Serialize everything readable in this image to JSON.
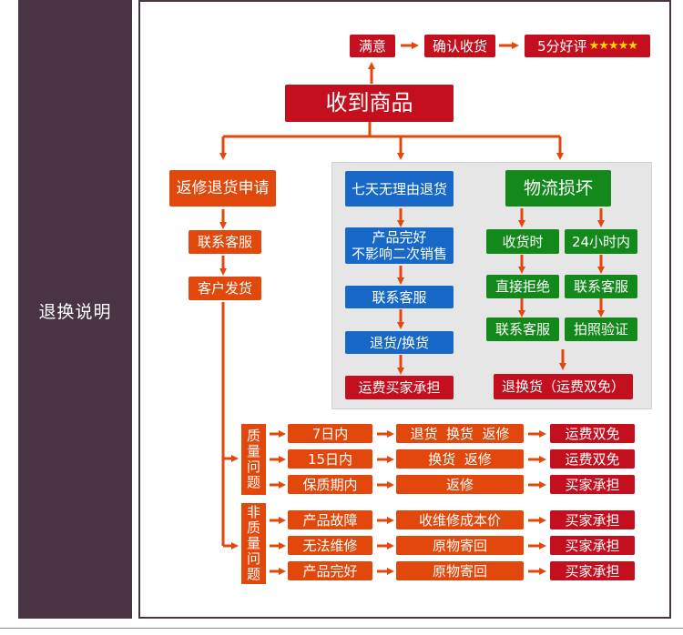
{
  "sidebar": {
    "title": "退换说明"
  },
  "top": {
    "satisfied": "满意",
    "confirm_receipt": "确认收货",
    "five_star_review": "5分好评",
    "stars": "★★★★★",
    "received_goods": "收到商品"
  },
  "repair_branch": {
    "title": "返修退货申请",
    "contact_service": "联系客服",
    "customer_ships": "客户发货"
  },
  "seven_day_branch": {
    "title": "七天无理由退货",
    "condition_line1": "产品完好",
    "condition_line2": "不影响二次销售",
    "contact_service": "联系客服",
    "return_exchange": "退货/换货",
    "shipping_by_buyer": "运费买家承担"
  },
  "logistics_branch": {
    "title": "物流损坏",
    "on_receipt": "收货时",
    "within_24h": "24小时内",
    "reject_directly": "直接拒绝",
    "contact_service": "联系客服",
    "photo_verify": "拍照验证",
    "result": "退换货（运费双免）"
  },
  "quality_table": {
    "label_chars": [
      "质",
      "量",
      "问",
      "题"
    ],
    "rows": [
      {
        "period": "7日内",
        "action": "退货  换货  返修",
        "cost": "运费双免"
      },
      {
        "period": "15日内",
        "action": "换货  返修",
        "cost": "运费双免"
      },
      {
        "period": "保质期内",
        "action": "返修",
        "cost": "买家承担"
      }
    ]
  },
  "nonquality_table": {
    "label_chars": [
      "非",
      "质",
      "量",
      "问",
      "题"
    ],
    "rows": [
      {
        "situation": "产品故障",
        "action": "收维修成本价",
        "cost": "买家承担"
      },
      {
        "situation": "无法维修",
        "action": "原物寄回",
        "cost": "买家承担"
      },
      {
        "situation": "产品完好",
        "action": "原物寄回",
        "cost": "买家承担"
      }
    ]
  },
  "colors": {
    "sidebar": "#4a3443",
    "red": "#c40f1f",
    "orange": "#e2470b",
    "blue": "#1768c7",
    "green": "#13891c",
    "star": "#ffd400"
  }
}
